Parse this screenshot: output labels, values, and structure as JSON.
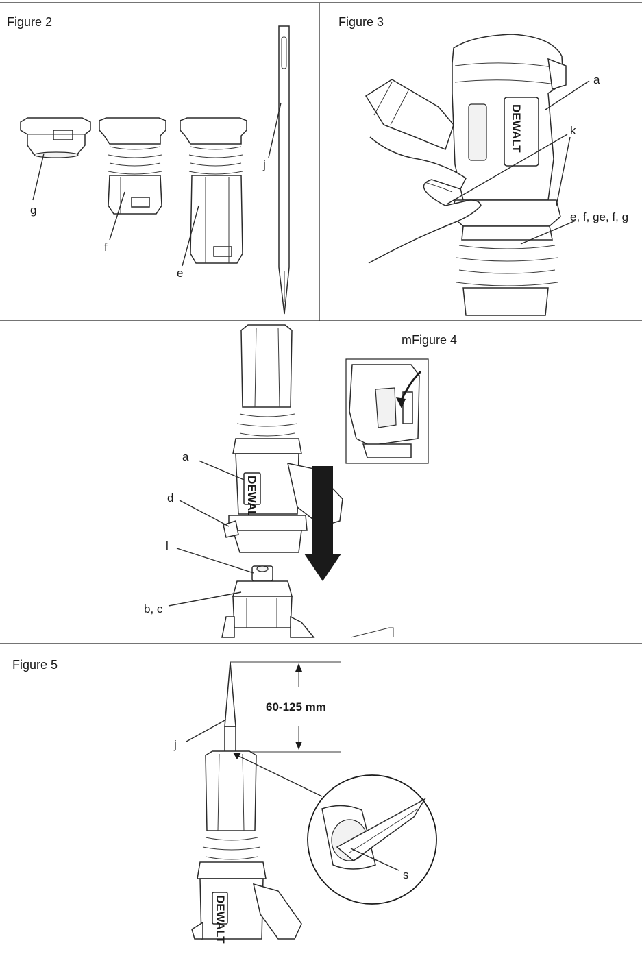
{
  "figures": {
    "fig2": {
      "title": "Figure 2",
      "labels": {
        "g": "g",
        "f": "f",
        "e": "e",
        "j": "j"
      }
    },
    "fig3": {
      "title": "Figure 3",
      "brand": "DEWALT",
      "labels": {
        "a": "a",
        "k": "k",
        "efg": "e, f, ge, f, g"
      }
    },
    "fig4": {
      "title": "mFigure 4",
      "brand": "DEWALT",
      "labels": {
        "a": "a",
        "d": "d",
        "l": "l",
        "bc": "b, c"
      }
    },
    "fig5": {
      "title": "Figure 5",
      "brand": "DEWALT",
      "dimension": "60-125 mm",
      "labels": {
        "j": "j",
        "s": "s"
      }
    }
  },
  "colors": {
    "line": "#2a2a2a",
    "background": "#ffffff",
    "arrow": "#1a1a1a"
  }
}
